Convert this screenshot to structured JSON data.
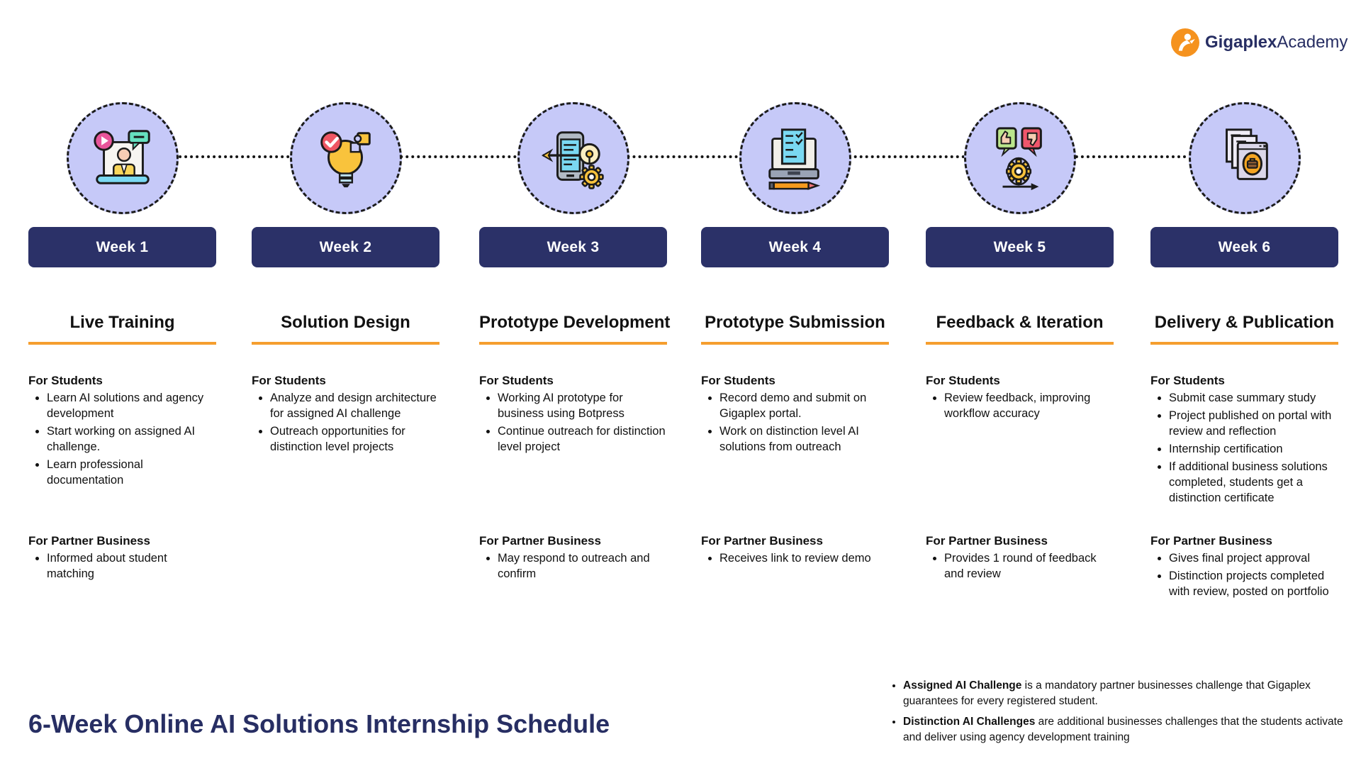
{
  "logo": {
    "brand_bold": "Gigaplex",
    "brand_light": "Academy"
  },
  "main_title": "6-Week Online AI Solutions Internship Schedule",
  "colors": {
    "banner_navy": "#2B3168",
    "circle_lavender": "#C6C9F8",
    "accent_orange": "#F59E2E",
    "title_navy": "#272E63",
    "logo_orange": "#F5921E"
  },
  "weeks": [
    {
      "week_label": "Week 1",
      "phase": "Live Training",
      "icon": "live-training-icon",
      "students_heading": "For Students",
      "students": [
        "Learn AI solutions and agency development",
        "Start working on assigned AI challenge.",
        "Learn professional documentation"
      ],
      "partner_heading": "For Partner Business",
      "partner": [
        "Informed about student matching"
      ]
    },
    {
      "week_label": "Week 2",
      "phase": "Solution Design",
      "icon": "solution-design-icon",
      "students_heading": "For Students",
      "students": [
        "Analyze and design architecture for assigned AI challenge",
        "Outreach opportunities  for distinction level projects"
      ]
    },
    {
      "week_label": "Week 3",
      "phase": "Prototype Development",
      "icon": "prototype-development-icon",
      "students_heading": "For Students",
      "students": [
        "Working AI prototype for business using Botpress",
        "Continue outreach for distinction level project"
      ],
      "partner_heading": "For Partner Business",
      "partner": [
        "May respond to outreach and confirm"
      ]
    },
    {
      "week_label": "Week 4",
      "phase": "Prototype Submission",
      "icon": "prototype-submission-icon",
      "students_heading": "For Students",
      "students": [
        "Record demo and submit on Gigaplex portal.",
        "Work on distinction level AI solutions from outreach"
      ],
      "partner_heading": "For Partner Business",
      "partner": [
        "Receives link to review demo"
      ]
    },
    {
      "week_label": "Week 5",
      "phase": "Feedback & Iteration",
      "icon": "feedback-iteration-icon",
      "students_heading": "For Students",
      "students": [
        "Review feedback, improving workflow accuracy"
      ],
      "partner_heading": "For Partner Business",
      "partner": [
        "Provides 1 round of feedback and review"
      ]
    },
    {
      "week_label": "Week 6",
      "phase": "Delivery & Publication",
      "icon": "delivery-publication-icon",
      "students_heading": "For Students",
      "students": [
        "Submit case summary study",
        "Project published on portal with review and reflection",
        "Internship certification",
        "If additional business solutions completed, students get a distinction certificate"
      ],
      "partner_heading": "For Partner Business",
      "partner": [
        "Gives final project approval",
        "Distinction projects completed with review, posted on portfolio"
      ]
    }
  ],
  "footnotes": [
    {
      "bold": "Assigned AI Challenge",
      "rest": " is a mandatory partner businesses challenge that Gigaplex guarantees for every registered student."
    },
    {
      "bold": "Distinction AI Challenges",
      "rest": " are additional businesses challenges that the students activate and deliver using agency development training"
    }
  ]
}
